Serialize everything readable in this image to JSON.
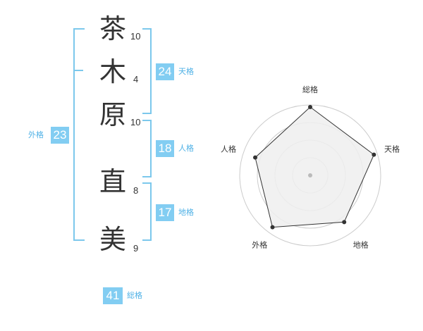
{
  "name": {
    "chars": [
      {
        "char": "茶",
        "strokes": "10"
      },
      {
        "char": "木",
        "strokes": "4"
      },
      {
        "char": "原",
        "strokes": "10"
      },
      {
        "char": "直",
        "strokes": "8"
      },
      {
        "char": "美",
        "strokes": "9"
      }
    ]
  },
  "scores": {
    "tenkaku": {
      "value": "24",
      "label": "天格"
    },
    "jinkaku": {
      "value": "18",
      "label": "人格"
    },
    "chikaku": {
      "value": "17",
      "label": "地格"
    },
    "gaikaku": {
      "value": "23",
      "label": "外格"
    },
    "soukaku": {
      "value": "41",
      "label": "総格"
    }
  },
  "chart_data": {
    "type": "radar",
    "axes": [
      "総格",
      "天格",
      "地格",
      "外格",
      "人格"
    ],
    "values": [
      0.97,
      0.95,
      0.82,
      0.91,
      0.82
    ],
    "rings": 4,
    "colors": {
      "fill": "#efefef",
      "line": "#333333",
      "point": "#333333",
      "ring": "#cccccc",
      "center": "#bbbbbb"
    }
  },
  "colors": {
    "accent": "#82cdf2",
    "accent_text": "#4fb1e6"
  }
}
